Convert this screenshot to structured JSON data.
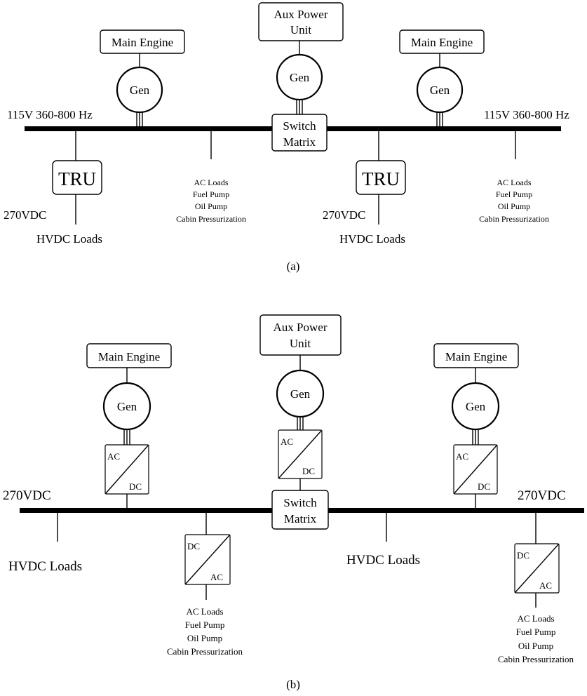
{
  "diagram_a": {
    "bus_label_left": "115V 360-800 Hz",
    "bus_label_right": "115V 360-800 Hz",
    "main_engine_left": "Main Engine",
    "main_engine_right": "Main Engine",
    "apu_line1": "Aux Power",
    "apu_line2": "Unit",
    "gen_label": "Gen",
    "switch_line1": "Switch",
    "switch_line2": "Matrix",
    "tru_label": "TRU",
    "dc_voltage": "270VDC",
    "hvdc_loads": "HVDC Loads",
    "ac_loads": [
      "AC Loads",
      "Fuel Pump",
      "Oil Pump",
      "Cabin Pressurization"
    ],
    "caption": "(a)"
  },
  "diagram_b": {
    "bus_label_left": "270VDC",
    "bus_label_right": "270VDC",
    "main_engine_left": "Main Engine",
    "main_engine_right": "Main Engine",
    "apu_line1": "Aux Power",
    "apu_line2": "Unit",
    "gen_label": "Gen",
    "switch_line1": "Switch",
    "switch_line2": "Matrix",
    "conv_ac": "AC",
    "conv_dc": "DC",
    "hvdc_loads": "HVDC Loads",
    "ac_loads": [
      "AC Loads",
      "Fuel Pump",
      "Oil Pump",
      "Cabin Pressurization"
    ],
    "caption": "(b)"
  }
}
